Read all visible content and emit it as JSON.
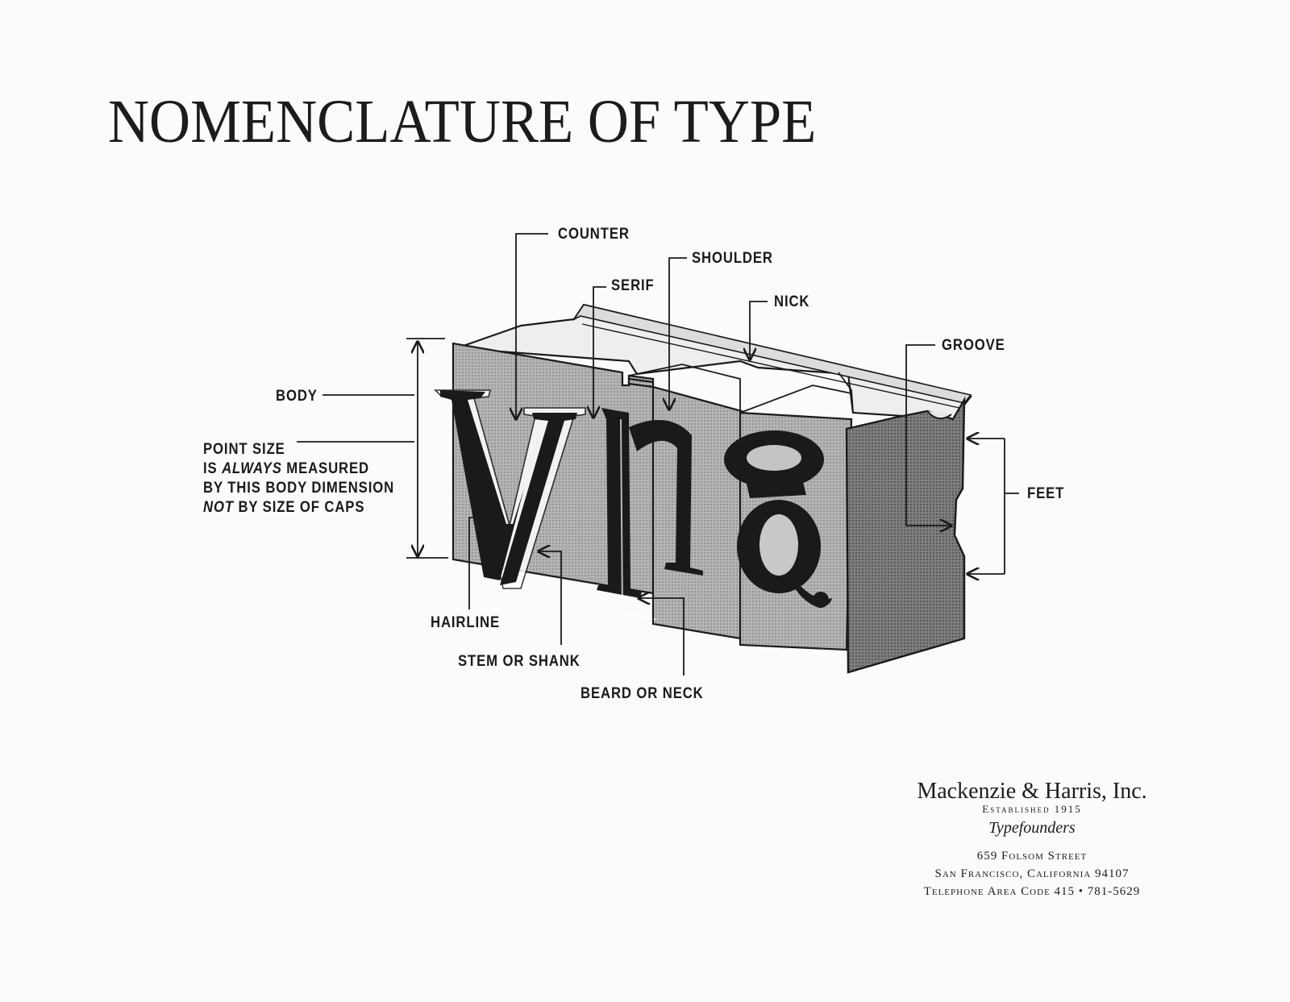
{
  "title": "NOMENCLATURE OF TYPE",
  "labels": {
    "counter": "COUNTER",
    "serif": "SERIF",
    "shoulder": "SHOULDER",
    "nick": "NICK",
    "groove": "GROOVE",
    "body": "BODY",
    "feet": "FEET",
    "hairline": "HAIRLINE",
    "stem": "STEM OR SHANK",
    "beard": "BEARD OR NECK"
  },
  "point_size_note": {
    "line1": "POINT SIZE",
    "line2_pre": "IS ",
    "line2_em": "ALWAYS",
    "line2_post": " MEASURED",
    "line3": "BY THIS BODY DIMENSION",
    "line4_em": "NOT",
    "line4_post": " BY SIZE OF CAPS"
  },
  "company": {
    "name": "Mackenzie & Harris, Inc.",
    "established": "Established 1915",
    "subtitle": "Typefounders",
    "address1": "659 Folsom Street",
    "address2": "San Francisco, California 94107",
    "phone": "Telephone Area Code 415 • 781-5629"
  },
  "colors": {
    "ink": "#1a1a1a",
    "paper": "#fbfbf9",
    "face_gray": "#a8a8a8",
    "side_gray": "#7a7a7a",
    "top_light": "#e6e6e4"
  }
}
